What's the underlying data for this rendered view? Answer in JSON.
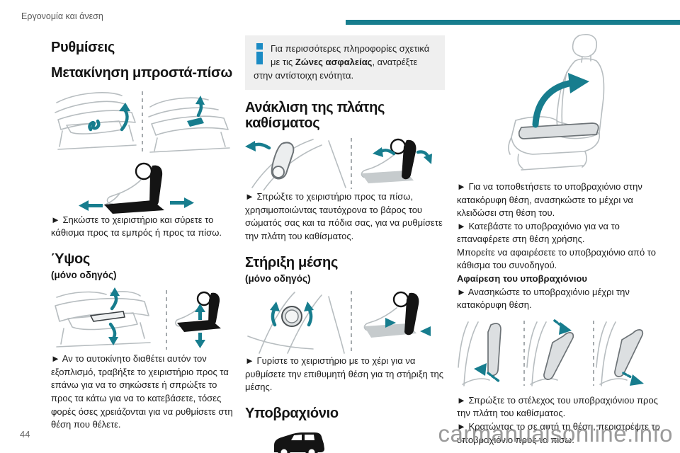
{
  "page": {
    "running_header": "Εργονομία και άνεση",
    "page_number": "44",
    "watermark": "carmanualsonline.info",
    "accent_color": "#177d8e",
    "info_blue": "#1b8bc4"
  },
  "left": {
    "title": "Ρυθμίσεις",
    "section1": {
      "heading": "Μετακίνηση μπροστά-πίσω",
      "para": "► Σηκώστε το χειριστήριο και σύρετε το κάθισμα προς τα εμπρός ή προς τα πίσω."
    },
    "section2": {
      "heading": "Ύψος",
      "subtitle": "(μόνο οδηγός)",
      "para": "► Αν το αυτοκίνητο διαθέτει αυτόν τον εξοπλισμό, τραβήξτε το χειριστήριο προς τα επάνω για να το σηκώσετε ή σπρώξτε το προς τα κάτω για να το κατεβάσετε, τόσες φορές όσες χρειάζονται για να ρυθμίσετε στη θέση που θέλετε."
    }
  },
  "middle": {
    "info_box": {
      "part1": "Για περισσότερες πληροφορίες σχετικά με τις ",
      "bold": "Ζώνες ασφαλείας",
      "part2": ", ανατρέξτε στην αντίστοιχη ενότητα."
    },
    "section1": {
      "heading": "Ανάκλιση της πλάτης καθίσματος",
      "para": "► Σπρώξτε το χειριστήριο προς τα πίσω, χρησιμοποιώντας ταυτόχρονα το βάρος του σώματός σας και τα πόδια σας, για να ρυθμίσετε την πλάτη του καθίσματος."
    },
    "section2": {
      "heading": "Στήριξη μέσης",
      "subtitle": "(μόνο οδηγός)",
      "para": "► Γυρίστε το χειριστήριο με το χέρι για να ρυθμίσετε την επιθυμητή θέση για τη στήριξη της μέσης."
    },
    "section3": {
      "heading": "Υποβραχιόνιο"
    }
  },
  "right": {
    "paras": [
      "► Για να τοποθετήσετε το υποβραχιόνιο στην κατακόρυφη θέση, ανασηκώστε το μέχρι να κλειδώσει στη θέση του.",
      "► Κατεβάστε το υποβραχιόνιο για να το επαναφέρετε στη θέση χρήσης.",
      "Μπορείτε να αφαιρέσετε το υποβραχιόνιο από το κάθισμα του συνοδηγού."
    ],
    "removal_heading": "Αφαίρεση του υποβραχιόνιου",
    "removal_para": "► Ανασηκώστε το υποβραχιόνιο μέχρι την κατακόρυφη θέση.",
    "bottom_paras": [
      "► Σπρώξτε το στέλεχος του υποβραχιόνιου προς την πλάτη του καθίσματος.",
      "► Κρατώντας το σε αυτή τη θέση, περιστρέψτε το υποβραχιόνιο προς τα πίσω."
    ]
  },
  "icons": {
    "info": "info-icon",
    "van": "van-icon"
  }
}
